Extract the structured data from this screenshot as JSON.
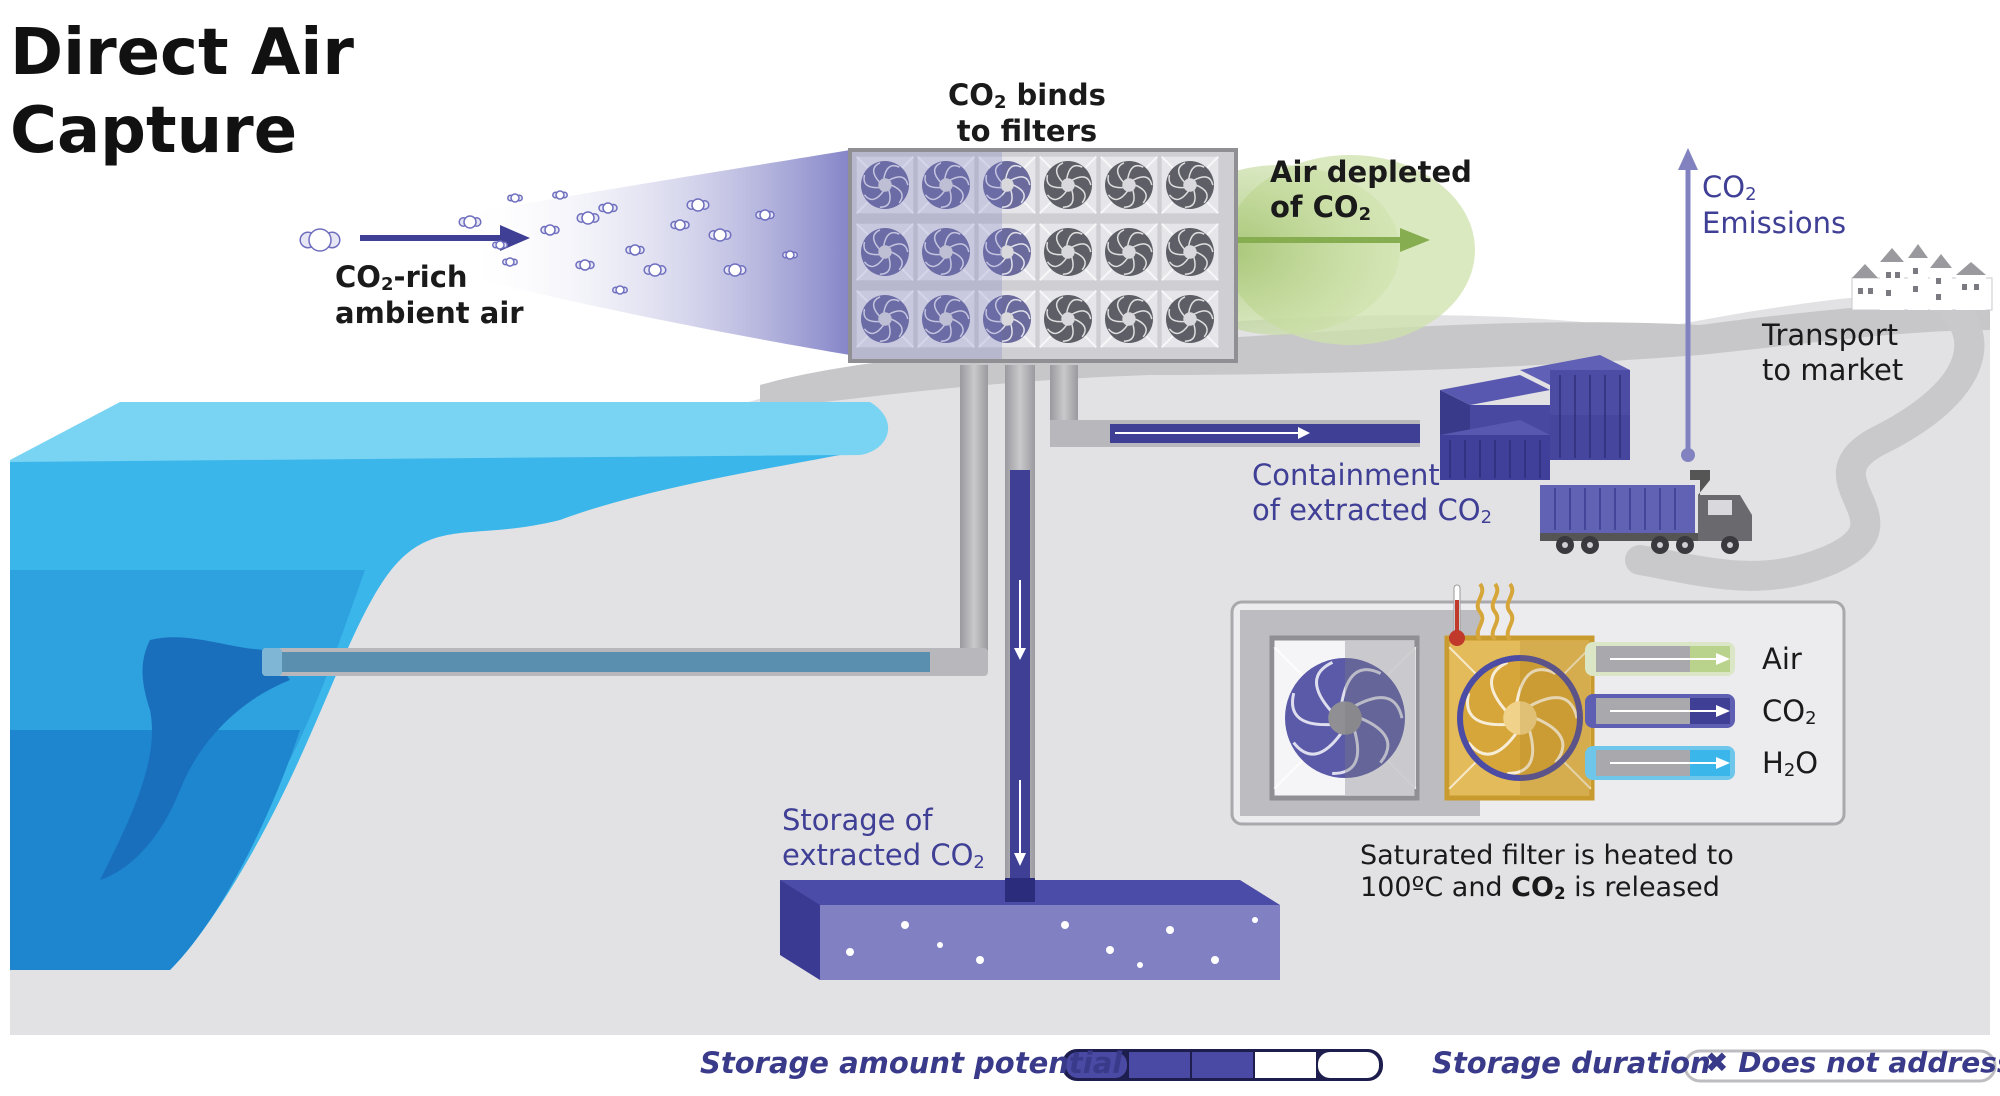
{
  "title": {
    "line1": "Direct Air",
    "line2": "Capture"
  },
  "labels": {
    "ambient_air": {
      "line1_prefix": "CO",
      "line1_sub": "2",
      "line1_suffix": "-rich",
      "line2": "ambient air"
    },
    "binds": {
      "line1_prefix": "CO",
      "line1_sub": "2",
      "line1_suffix": " binds",
      "line2": "to filters"
    },
    "depleted": {
      "line1": "Air depleted",
      "line2_prefix": "of CO",
      "line2_sub": "2"
    },
    "emissions": {
      "line1_prefix": "CO",
      "line1_sub": "2",
      "line2": "Emissions"
    },
    "transport": {
      "line1": "Transport",
      "line2": "to market"
    },
    "containment": {
      "line1": "Containment",
      "line2_prefix": "of extracted CO",
      "line2_sub": "2"
    },
    "storage": {
      "line1": "Storage of",
      "line2_prefix": "extracted CO",
      "line2_sub": "2"
    },
    "outputs": {
      "air": "Air",
      "co2_prefix": "CO",
      "co2_sub": "2",
      "h2o_prefix": "H",
      "h2o_sub": "2",
      "h2o_suffix": "O"
    },
    "heated": {
      "line1": "Saturated filter is heated to",
      "line2_prefix": "100ºC and ",
      "line2_bold_prefix": "CO",
      "line2_bold_sub": "2",
      "line2_suffix": " is released"
    }
  },
  "legend": {
    "amount_label": "Storage amount potential",
    "amount_filled": 3,
    "amount_total": 5,
    "duration_label": "Storage duration",
    "duration_value": "Does not address",
    "duration_icon": "x-icon"
  },
  "colors": {
    "ocean_light": "#79d3f2",
    "ocean_mid": "#3bb6ea",
    "ocean_deep": "#1d86cf",
    "land": "#e2e2e4",
    "accent": "#3f3f96",
    "air_out": "#a9c77c",
    "heated_filter": "#d6a63a"
  }
}
